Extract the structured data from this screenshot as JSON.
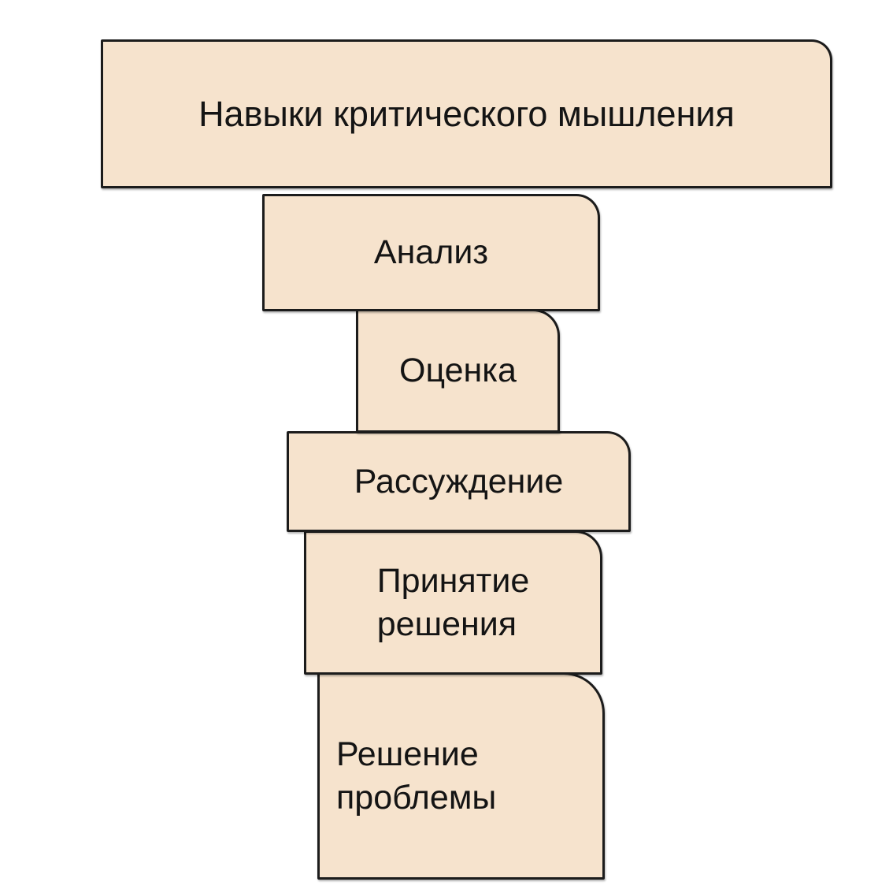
{
  "diagram": {
    "background_color": "#ffffff",
    "box_fill_color": "#f6e3cd",
    "box_border_color": "#1c1c1c",
    "text_color": "#141414",
    "boxes": [
      {
        "id": "critical-thinking-skills",
        "label": "Навыки критического мышления"
      },
      {
        "id": "analysis",
        "label": "Анализ"
      },
      {
        "id": "evaluation",
        "label": "Оценка"
      },
      {
        "id": "reasoning",
        "label": "Рассуждение"
      },
      {
        "id": "decision-making",
        "label": "Принятие решения"
      },
      {
        "id": "problem-solving",
        "label": "Решение проблемы"
      }
    ]
  }
}
